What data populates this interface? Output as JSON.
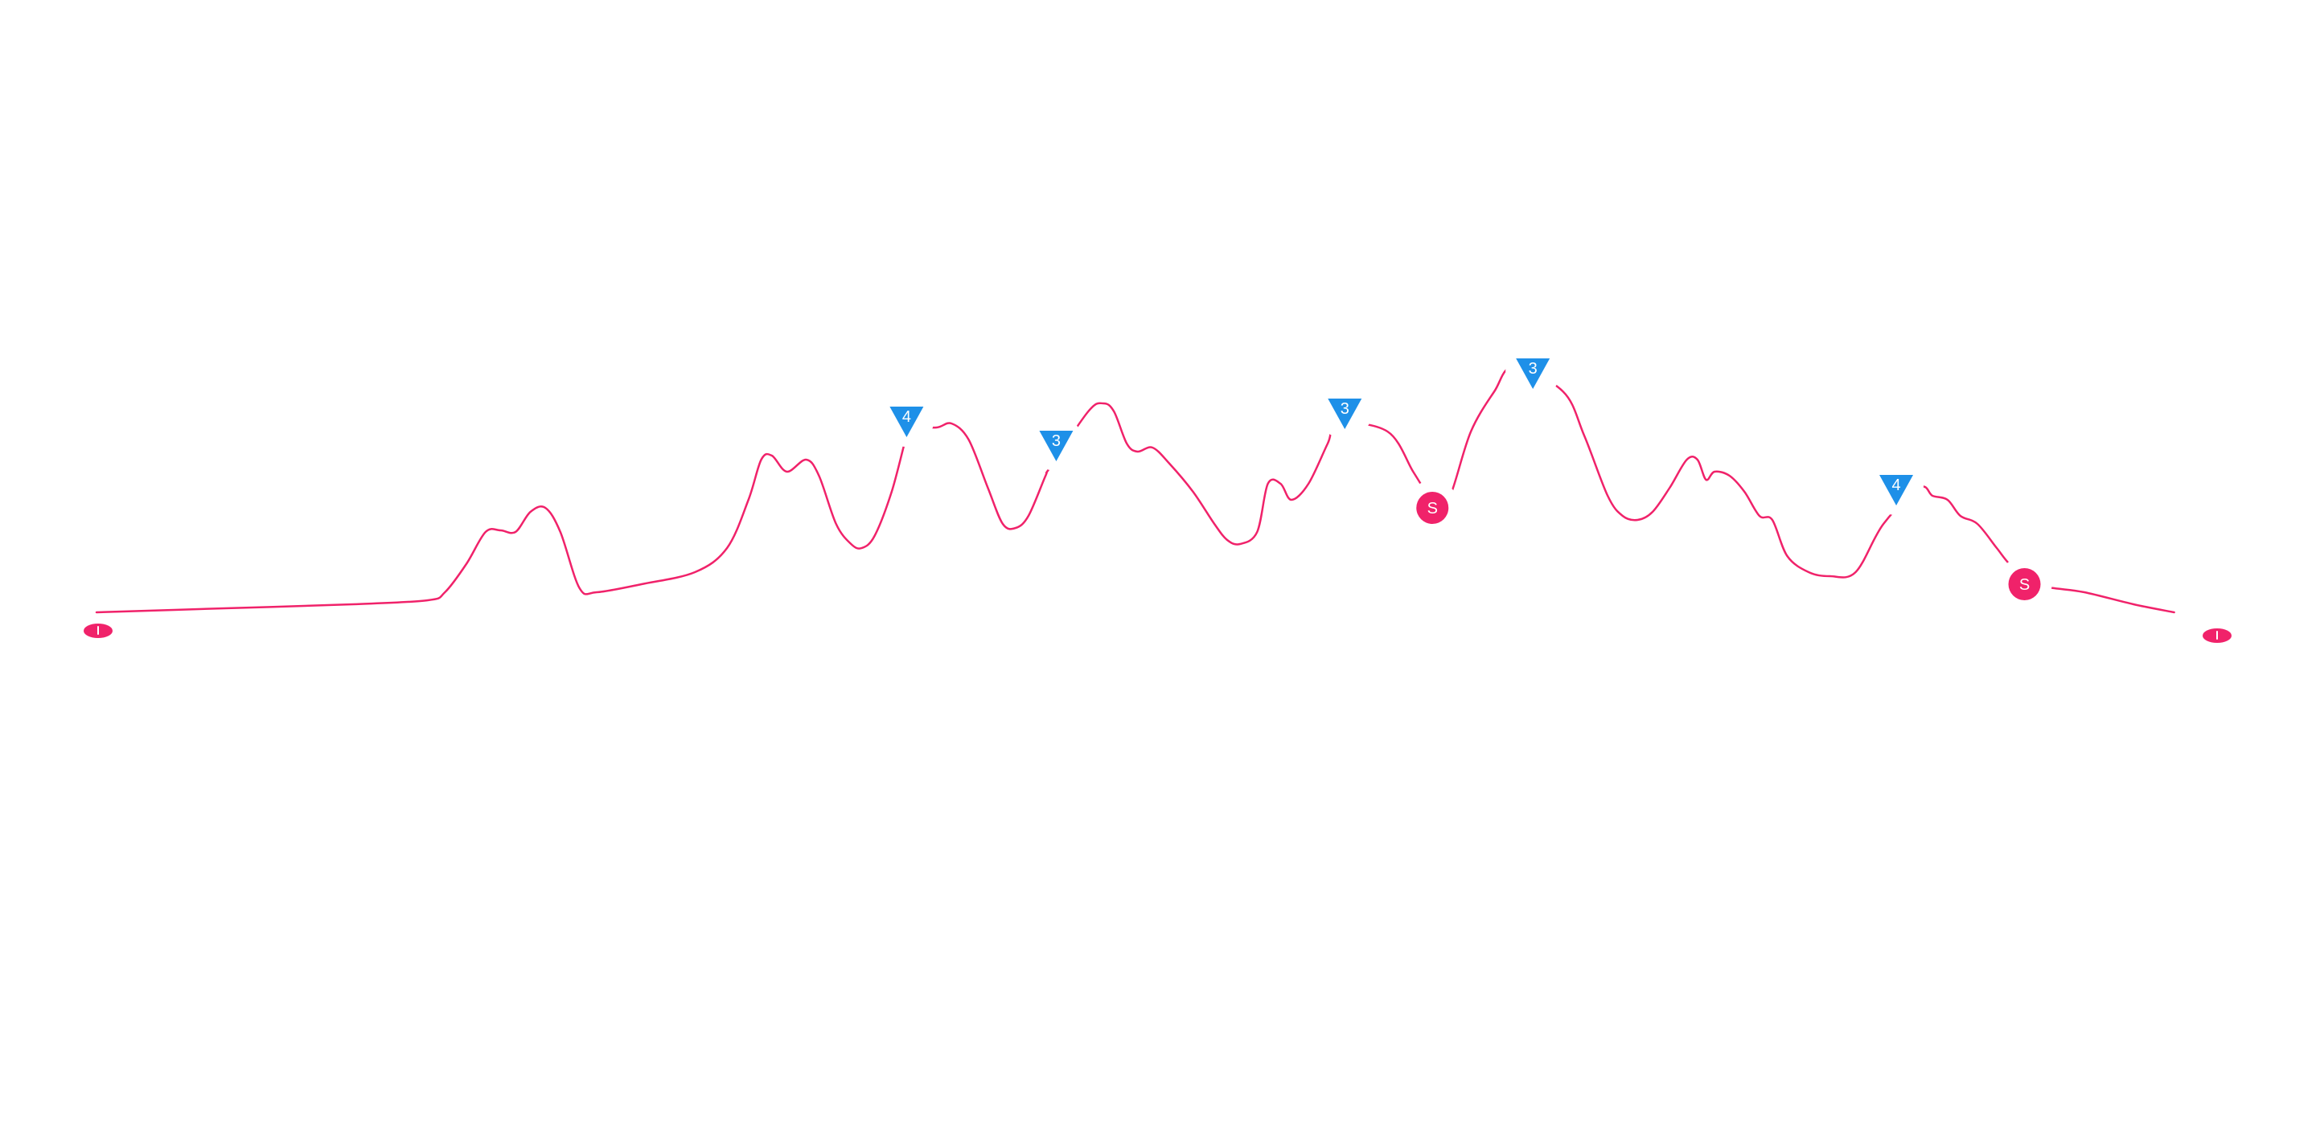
{
  "chart_data": {
    "type": "line",
    "title": "",
    "xlabel": "",
    "ylabel": "",
    "grid": false,
    "legend": "none",
    "xlim": [
      0,
      100
    ],
    "ylim": [
      0,
      100
    ],
    "colors": {
      "line": "#f0226a",
      "category_marker": "#1e90e8",
      "sprint_marker": "#f0226a",
      "marker_text": "#ffffff"
    },
    "series": [
      {
        "values": [
          [
            0,
            8
          ],
          [
            6,
            8.5
          ],
          [
            12,
            9
          ],
          [
            15.5,
            9.5
          ],
          [
            16.3,
            10.5
          ],
          [
            17.3,
            14
          ],
          [
            18.2,
            18
          ],
          [
            18.9,
            18.2
          ],
          [
            19.6,
            18
          ],
          [
            20.3,
            20.5
          ],
          [
            21,
            21
          ],
          [
            21.7,
            18
          ],
          [
            22.6,
            11
          ],
          [
            23.4,
            10.5
          ],
          [
            25.5,
            11.5
          ],
          [
            28,
            13
          ],
          [
            29.5,
            16
          ],
          [
            30.5,
            22
          ],
          [
            31.1,
            27
          ],
          [
            31.6,
            27.5
          ],
          [
            32.3,
            25.5
          ],
          [
            33.2,
            27
          ],
          [
            33.8,
            25
          ],
          [
            34.6,
            19
          ],
          [
            35.3,
            16.5
          ],
          [
            35.8,
            16
          ],
          [
            36.4,
            17.5
          ],
          [
            37.2,
            23
          ],
          [
            37.9,
            30
          ],
          [
            38.1,
            31
          ],
          [
            39.3,
            31
          ],
          [
            40,
            31.5
          ],
          [
            40.8,
            29.5
          ],
          [
            41.7,
            23.5
          ],
          [
            42.4,
            19
          ],
          [
            43,
            18.5
          ],
          [
            43.6,
            20
          ],
          [
            44.4,
            25
          ],
          [
            44.6,
            26
          ],
          [
            46.4,
            33
          ],
          [
            47.1,
            34
          ],
          [
            47.6,
            33
          ],
          [
            48.2,
            29
          ],
          [
            48.7,
            28
          ],
          [
            49.4,
            28.5
          ],
          [
            50.2,
            26.5
          ],
          [
            51.3,
            23
          ],
          [
            52.3,
            19
          ],
          [
            52.9,
            17
          ],
          [
            53.5,
            16.5
          ],
          [
            54.3,
            18
          ],
          [
            54.8,
            24
          ],
          [
            55.4,
            24
          ],
          [
            55.9,
            22
          ],
          [
            56.7,
            24
          ],
          [
            57.6,
            29
          ],
          [
            58.1,
            31.5
          ],
          [
            60.4,
            30.5
          ],
          [
            61.6,
            25.5
          ],
          [
            62.3,
            22.5
          ],
          [
            62.8,
            20.5
          ],
          [
            63.4,
            23
          ],
          [
            64.3,
            30.5
          ],
          [
            65.4,
            35.5
          ],
          [
            66.3,
            38.5
          ],
          [
            68.6,
            35.5
          ],
          [
            69.6,
            30
          ],
          [
            70.7,
            22.5
          ],
          [
            71.4,
            20
          ],
          [
            72.1,
            19.5
          ],
          [
            72.8,
            20.5
          ],
          [
            73.6,
            23.5
          ],
          [
            74.4,
            27
          ],
          [
            74.9,
            27
          ],
          [
            75.3,
            24.5
          ],
          [
            75.7,
            25.5
          ],
          [
            76.4,
            25
          ],
          [
            77.1,
            23
          ],
          [
            77.8,
            20
          ],
          [
            78.4,
            19.5
          ],
          [
            79.1,
            15
          ],
          [
            80.1,
            13
          ],
          [
            81.1,
            12.5
          ],
          [
            82.3,
            13
          ],
          [
            83.6,
            19
          ],
          [
            85.3,
            23.5
          ],
          [
            85.9,
            22.5
          ],
          [
            86.6,
            22
          ],
          [
            87.2,
            20
          ],
          [
            88,
            19
          ],
          [
            88.9,
            16
          ],
          [
            89.5,
            14
          ],
          [
            90.5,
            11.5
          ],
          [
            91.6,
            11
          ],
          [
            93,
            10.5
          ],
          [
            95.3,
            9
          ],
          [
            97.2,
            8
          ]
        ]
      }
    ],
    "markers": [
      {
        "type": "category",
        "x": 37.9,
        "y": 32,
        "label": "4"
      },
      {
        "type": "category",
        "x": 44.9,
        "y": 29,
        "label": "3"
      },
      {
        "type": "category",
        "x": 58.4,
        "y": 33,
        "label": "3"
      },
      {
        "type": "sprint",
        "x": 62.5,
        "y": 21,
        "label": "S"
      },
      {
        "type": "category",
        "x": 67.2,
        "y": 38,
        "label": "3"
      },
      {
        "type": "sprint",
        "x": 90.2,
        "y": 11.5,
        "label": "S"
      },
      {
        "type": "category",
        "x": 84.2,
        "y": 23.5,
        "label": "4"
      }
    ],
    "endpoints": [
      {
        "position": "start",
        "x": 0,
        "y": 8
      },
      {
        "position": "finish",
        "x": 97.2,
        "y": 8
      }
    ]
  }
}
